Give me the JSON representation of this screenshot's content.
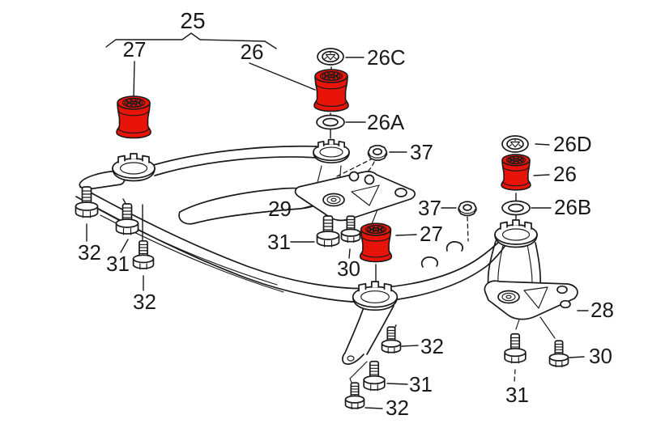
{
  "meta": {
    "description": "Exploded technical parts diagram of a vehicle front subframe showing mounting bushings (highlighted red), washers, nuts, brackets and bolts with numbered callouts",
    "style": "black line art on white, red highlighted bushings"
  },
  "colors": {
    "highlight": "#e81309",
    "line": "#1a1a1a",
    "background": "#ffffff"
  },
  "callouts": {
    "group_25": "25",
    "bushing_front_left": "27",
    "bushing_front_center": "26",
    "clip_washer_top": "26C",
    "washer_center": "26A",
    "nut_center": "37",
    "bracket_center": "29",
    "bolt_center": "31",
    "bolt_center_small": "30",
    "bushing_center": "27",
    "nut_right": "37",
    "clip_washer_right": "26D",
    "bushing_right": "26",
    "washer_right": "26B",
    "bracket_right": "28",
    "bolt_right_small": "30",
    "bolt_right": "31",
    "bolt_left_a": "32",
    "bolt_left_b": "31",
    "bolt_left_c": "32",
    "bolt_bottom_a": "32",
    "bolt_bottom_b": "31",
    "bolt_bottom_c": "32"
  }
}
